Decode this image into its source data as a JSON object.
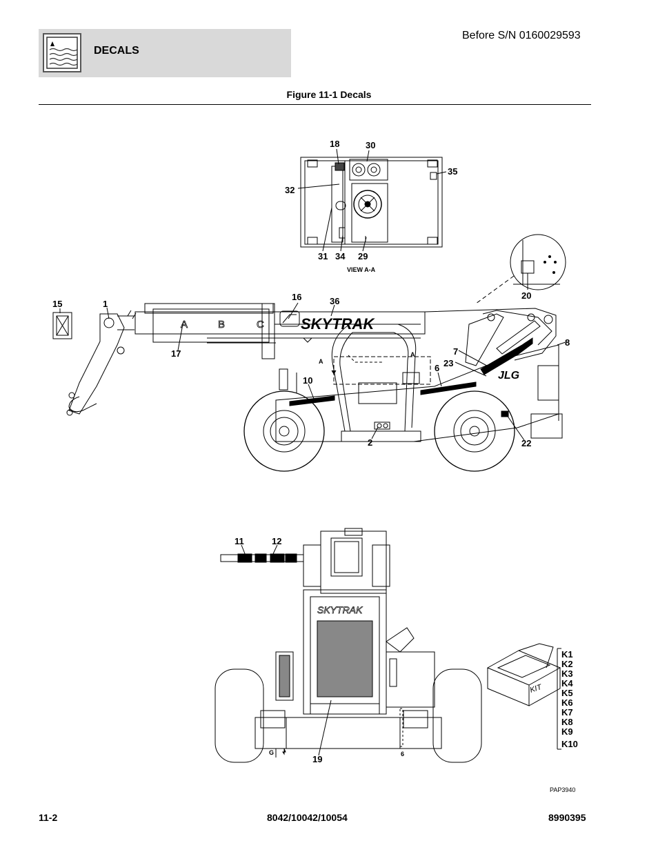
{
  "header": {
    "section_title": "DECALS",
    "serial": "Before S/N 0160029593"
  },
  "figure": {
    "title": "Figure 11-1 Decals",
    "view_label": "VIEW A-A",
    "section_marks": [
      "A",
      "A"
    ],
    "front_mark": "G",
    "pap_code": "PAP3940",
    "kit_label": "KIT",
    "brand_side": "SKYTRAK",
    "brand_front": "SKYTRAK",
    "brand_jlg": "JLG",
    "boom_letters": [
      "A",
      "B",
      "C"
    ],
    "callouts": {
      "c1": "1",
      "c2": "2",
      "c6": "6",
      "c6b": "6",
      "c7": "7",
      "c8": "8",
      "c10": "10",
      "c11": "11",
      "c12": "12",
      "c15": "15",
      "c16": "16",
      "c17": "17",
      "c18": "18",
      "c19": "19",
      "c20": "20",
      "c22": "22",
      "c23": "23",
      "c29": "29",
      "c30": "30",
      "c31": "31",
      "c32": "32",
      "c34": "34",
      "c35": "35",
      "c36": "36"
    },
    "kits": [
      "K1",
      "K2",
      "K3",
      "K4",
      "K5",
      "K6",
      "K7",
      "K8",
      "K9",
      "K10"
    ]
  },
  "footer": {
    "page_number": "11-2",
    "model": "8042/10042/10054",
    "part_number": "8990395"
  }
}
